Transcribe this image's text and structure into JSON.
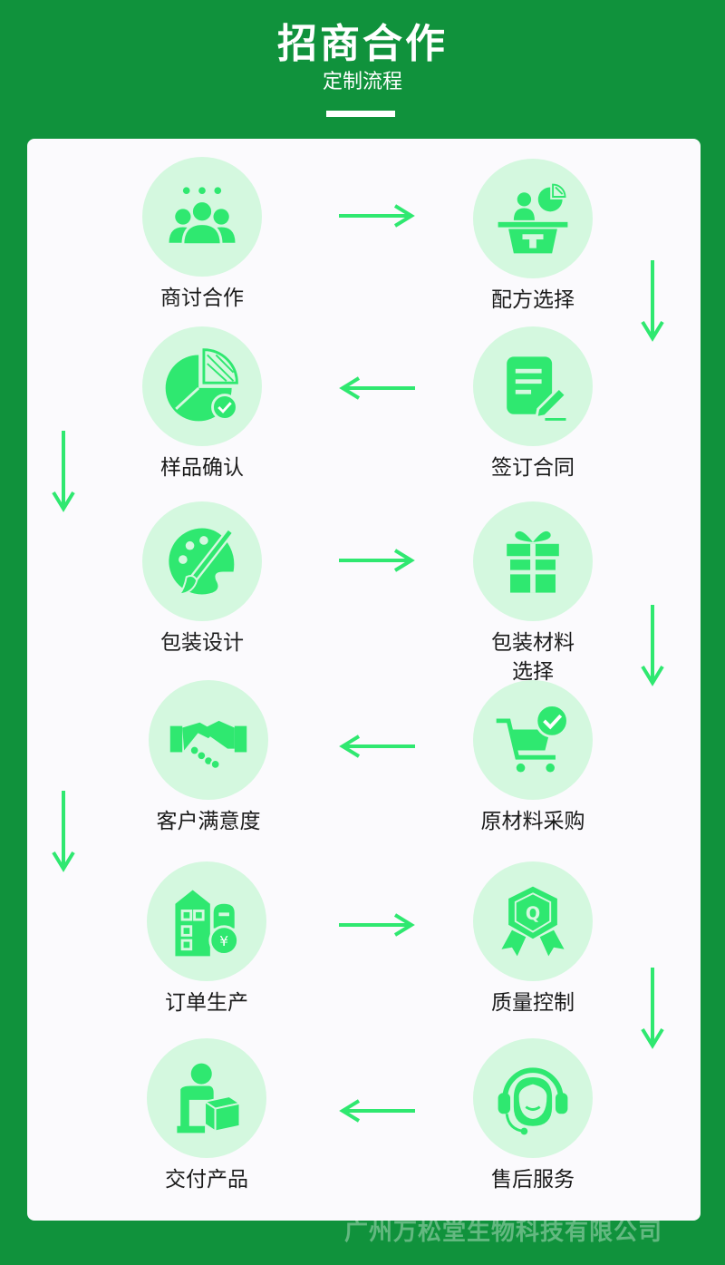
{
  "header": {
    "title": "招商合作",
    "subtitle": "定制流程"
  },
  "colors": {
    "background": "#10923c",
    "card": "#fbfafd",
    "circle": "#d4f8df",
    "accent": "#2fe870"
  },
  "steps": [
    {
      "label": "商讨合作",
      "icon": "group-meeting-icon"
    },
    {
      "label": "配方选择",
      "icon": "presentation-podium-icon"
    },
    {
      "label": "签订合同",
      "icon": "contract-sign-icon"
    },
    {
      "label": "样品确认",
      "icon": "pie-chart-check-icon"
    },
    {
      "label": "包装设计",
      "icon": "palette-brush-icon"
    },
    {
      "label": "包装材料\n选择",
      "icon": "gift-box-icon"
    },
    {
      "label": "原材料采购",
      "icon": "shopping-cart-check-icon"
    },
    {
      "label": "客户满意度",
      "icon": "handshake-icon"
    },
    {
      "label": "订单生产",
      "icon": "factory-yen-icon"
    },
    {
      "label": "质量控制",
      "icon": "quality-badge-icon"
    },
    {
      "label": "售后服务",
      "icon": "customer-service-headset-icon"
    },
    {
      "label": "交付产品",
      "icon": "delivery-package-icon"
    }
  ],
  "footer": {
    "company": "广州万松堂生物科技有限公司"
  }
}
